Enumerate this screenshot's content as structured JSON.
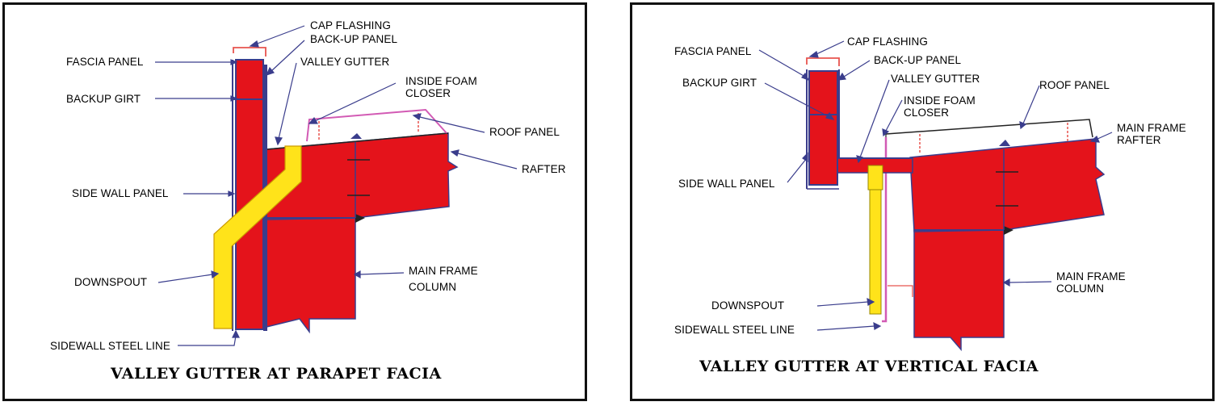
{
  "colors": {
    "steel_red": "#e4131b",
    "outline_blue": "#3a3d8c",
    "downspout_yellow": "#ffe31a",
    "closer_pink": "#d25ab4",
    "flashing_red": "#e8544f",
    "frame": "#111111"
  },
  "left": {
    "title": "VALLEY GUTTER AT PARAPET FACIA",
    "labels": {
      "cap_flashing": "CAP FLASHING",
      "back_up_panel": "BACK-UP PANEL",
      "fascia_panel": "FASCIA PANEL",
      "valley_gutter": "VALLEY GUTTER",
      "inside_foam_closer_1": "INSIDE FOAM",
      "inside_foam_closer_2": "CLOSER",
      "backup_girt": "BACKUP GIRT",
      "roof_panel": "ROOF PANEL",
      "rafter": "RAFTER",
      "side_wall_panel": "SIDE WALL PANEL",
      "downspout": "DOWNSPOUT",
      "main_frame_column_1": "MAIN FRAME",
      "main_frame_column_2": "COLUMN",
      "sidewall_steel_line": "SIDEWALL STEEL LINE"
    }
  },
  "right": {
    "title": "VALLEY GUTTER AT VERTICAL FACIA",
    "labels": {
      "cap_flashing": "CAP FLASHING",
      "fascia_panel": "FASCIA PANEL",
      "back_up_panel": "BACK-UP PANEL",
      "backup_girt": "BACKUP GIRT",
      "valley_gutter": "VALLEY GUTTER",
      "roof_panel": "ROOF PANEL",
      "inside_foam_closer_1": "INSIDE FOAM",
      "inside_foam_closer_2": "CLOSER",
      "main_frame_rafter_1": "MAIN FRAME",
      "main_frame_rafter_2": "RAFTER",
      "side_wall_panel": "SIDE WALL PANEL",
      "main_frame_column_1": "MAIN FRAME",
      "main_frame_column_2": "COLUMN",
      "downspout": "DOWNSPOUT",
      "sidewall_steel_line": "SIDEWALL STEEL LINE"
    }
  }
}
